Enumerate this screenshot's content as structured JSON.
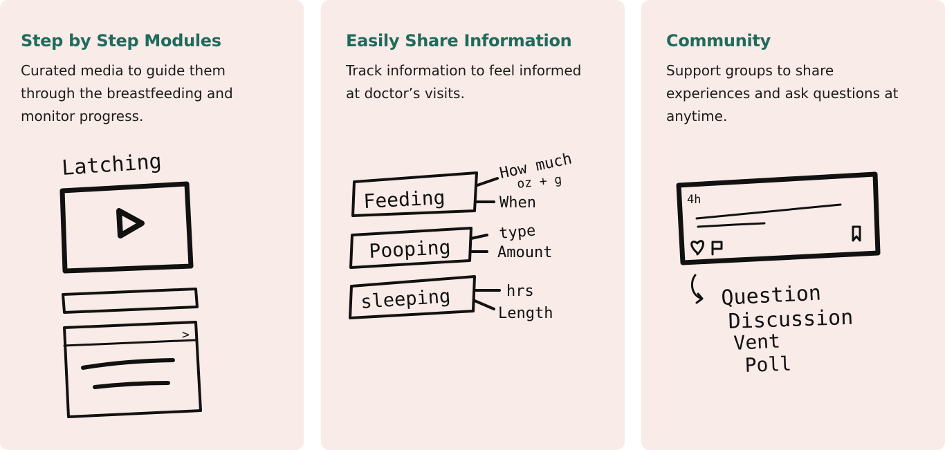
{
  "cards": [
    {
      "title": "Step by Step Modules",
      "description_lines": [
        "Curated media to guide them",
        "through the breastfeeding and",
        "monitor progress."
      ],
      "sketch": {
        "heading": "Latching",
        "arrow": ">"
      }
    },
    {
      "title": "Easily Share Information",
      "description_lines": [
        "Track information to feel informed",
        "at doctor’s visits."
      ],
      "sketch": {
        "boxes": [
          {
            "label": "Feeding",
            "notes": [
              "How much",
              "oz + g",
              "When"
            ]
          },
          {
            "label": "Pooping",
            "notes": [
              "type",
              "Amount"
            ]
          },
          {
            "label": "sleeping",
            "notes": [
              "hrs",
              "Length"
            ]
          }
        ]
      }
    },
    {
      "title": "Community",
      "description_lines": [
        "Support groups to share",
        "experiences and ask questions at",
        "anytime."
      ],
      "sketch": {
        "post_time": "4h",
        "post_types": [
          "Question",
          "Discussion",
          "Vent",
          "Poll"
        ]
      }
    }
  ],
  "colors": {
    "card_bg": "#f9ebe7",
    "title": "#1f6b5d",
    "text": "#1b1b1b",
    "ink": "#111111"
  }
}
